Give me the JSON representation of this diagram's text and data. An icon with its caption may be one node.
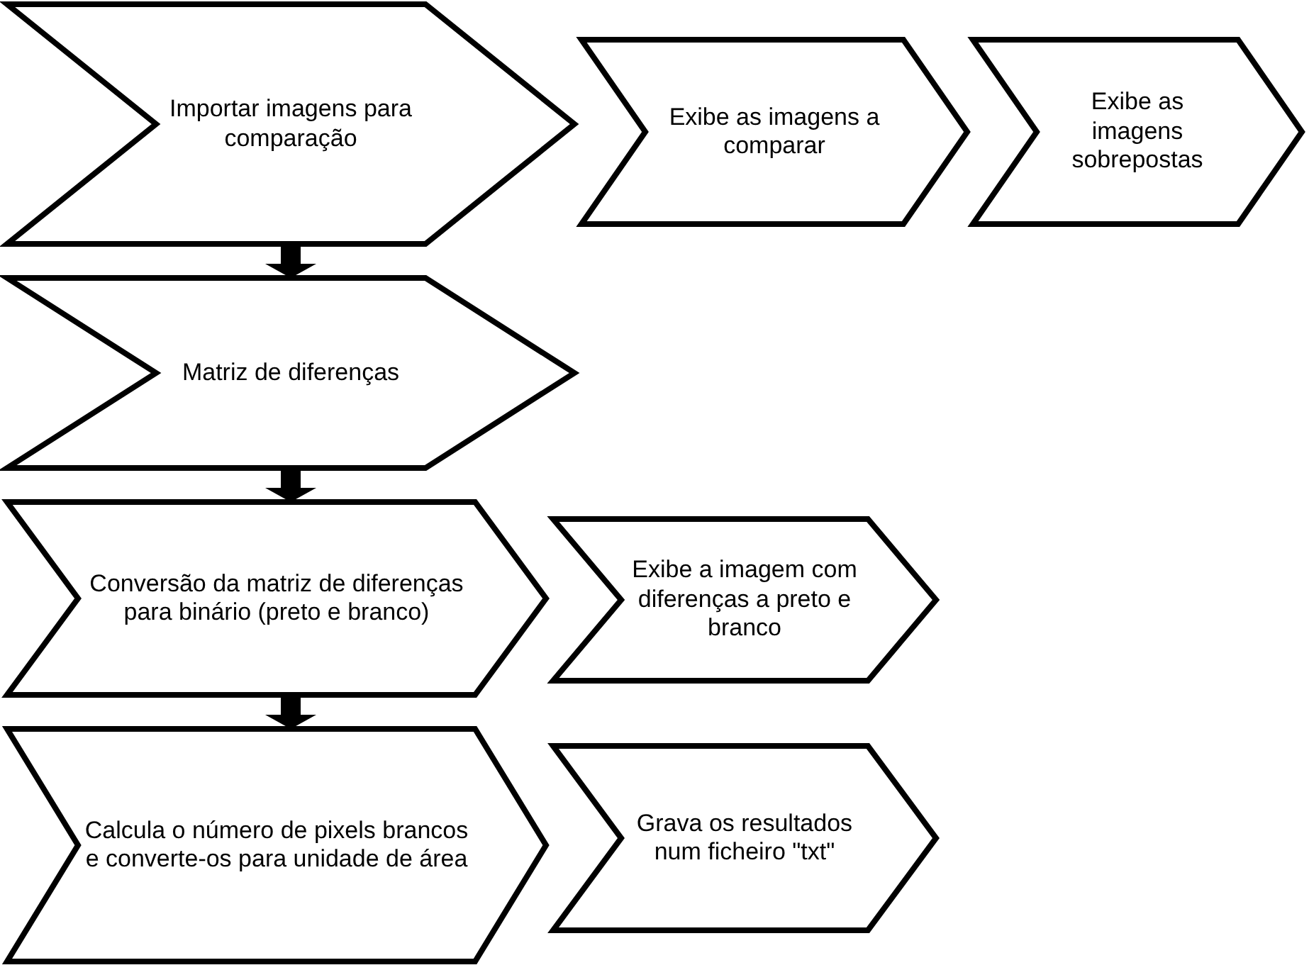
{
  "diagram": {
    "nodes": [
      {
        "text": [
          "Importar imagens para comparação"
        ]
      },
      {
        "text": [
          "Exibe as imagens a comparar"
        ]
      },
      {
        "text": [
          "Exibe as imagens sobrepostas"
        ]
      },
      {
        "text": [
          "Matriz de diferenças"
        ]
      },
      {
        "text": [
          "Conversão da matriz de diferenças para binário (preto e branco)"
        ]
      },
      {
        "text": [
          "Exibe a imagem com diferenças a preto e branco"
        ]
      },
      {
        "text": [
          "Calcula o número de pixels brancos e converte-os para unidade de área"
        ]
      },
      {
        "text": [
          "Grava os resultados num ficheiro \"txt\""
        ]
      }
    ],
    "edges": [
      {
        "from": 0,
        "to": 3,
        "arrow": "to"
      },
      {
        "from": 3,
        "to": 4,
        "arrow": "to"
      },
      {
        "from": 4,
        "to": 6,
        "arrow": "to"
      }
    ]
  }
}
